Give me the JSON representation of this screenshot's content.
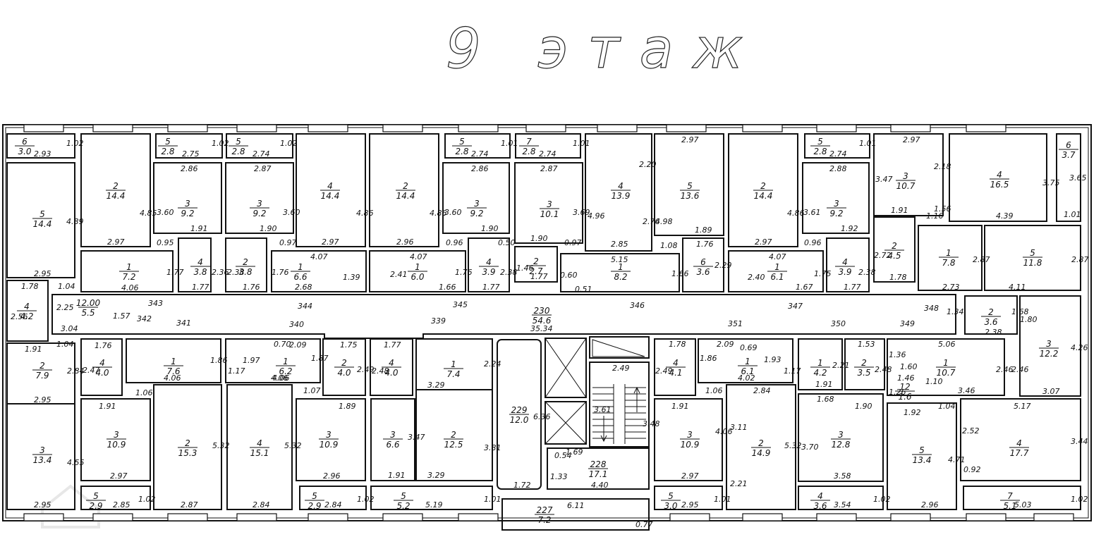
{
  "plan": {
    "title": "9 этаж",
    "watermark": "",
    "corridors": [
      {
        "id": "343",
        "label": "343"
      },
      {
        "id": "344",
        "label": "344"
      },
      {
        "id": "345",
        "label": "345"
      },
      {
        "id": "346",
        "label": "346"
      },
      {
        "id": "347",
        "label": "347"
      },
      {
        "id": "348",
        "label": "348"
      },
      {
        "id": "342",
        "label": "342"
      },
      {
        "id": "341",
        "label": "341"
      },
      {
        "id": "340",
        "label": "340"
      },
      {
        "id": "339",
        "label": "339"
      },
      {
        "id": "351",
        "label": "351"
      },
      {
        "id": "350",
        "label": "350"
      },
      {
        "id": "349",
        "label": "349"
      }
    ],
    "rooms": [
      {
        "n": "6",
        "a": "3.0"
      },
      {
        "n": "5",
        "a": "14.4"
      },
      {
        "n": "4",
        "a": "4.2"
      },
      {
        "n": "2",
        "a": "7.9"
      },
      {
        "n": "3",
        "a": "13.4"
      },
      {
        "n": "2",
        "a": "14.4"
      },
      {
        "n": "5",
        "a": "2.8"
      },
      {
        "n": "3",
        "a": "9.2"
      },
      {
        "n": "1",
        "a": "7.2"
      },
      {
        "n": "4",
        "a": "3.8"
      },
      {
        "n": "5",
        "a": "2.8"
      },
      {
        "n": "3",
        "a": "9.2"
      },
      {
        "n": "2",
        "a": "3.8"
      },
      {
        "n": "4",
        "a": "14.4"
      },
      {
        "n": "1",
        "a": "6.6"
      },
      {
        "n": "2",
        "a": "14.4"
      },
      {
        "n": "5",
        "a": "2.8"
      },
      {
        "n": "3",
        "a": "9.2"
      },
      {
        "n": "1",
        "a": "6.0"
      },
      {
        "n": "4",
        "a": "3.9"
      },
      {
        "n": "7",
        "a": "2.8"
      },
      {
        "n": "3",
        "a": "10.1"
      },
      {
        "n": "2",
        "a": "2.7"
      },
      {
        "n": "4",
        "a": "13.9"
      },
      {
        "n": "1",
        "a": "8.2"
      },
      {
        "n": "5",
        "a": "13.6"
      },
      {
        "n": "6",
        "a": "3.6"
      },
      {
        "n": "2",
        "a": "14.4"
      },
      {
        "n": "1",
        "a": "6.1"
      },
      {
        "n": "5",
        "a": "2.8"
      },
      {
        "n": "3",
        "a": "9.2"
      },
      {
        "n": "4",
        "a": "3.9"
      },
      {
        "n": "3",
        "a": "10.7"
      },
      {
        "n": "2",
        "a": "4.5"
      },
      {
        "n": "1",
        "a": "7.8"
      },
      {
        "n": "4",
        "a": "16.5"
      },
      {
        "n": "6",
        "a": "3.7"
      },
      {
        "n": "5",
        "a": "11.8"
      },
      {
        "n": "12.00",
        "a": "5.5"
      },
      {
        "n": "230",
        "a": "54.6"
      },
      {
        "n": "2",
        "a": "3.6"
      },
      {
        "n": "4",
        "a": "4.0"
      },
      {
        "n": "1",
        "a": "7.6"
      },
      {
        "n": "1",
        "a": "6.2"
      },
      {
        "n": "2",
        "a": "4.0"
      },
      {
        "n": "4",
        "a": "4.0"
      },
      {
        "n": "1",
        "a": "7.4"
      },
      {
        "n": "3",
        "a": "10.9"
      },
      {
        "n": "2",
        "a": "15.3"
      },
      {
        "n": "4",
        "a": "15.1"
      },
      {
        "n": "3",
        "a": "10.9"
      },
      {
        "n": "3",
        "a": "6.6"
      },
      {
        "n": "2",
        "a": "12.5"
      },
      {
        "n": "229",
        "a": "12.0"
      },
      {
        "n": "228",
        "a": "17.1"
      },
      {
        "n": "227",
        "a": "7.2"
      },
      {
        "n": "5",
        "a": "2.9"
      },
      {
        "n": "5",
        "a": "2.9"
      },
      {
        "n": "5",
        "a": "5.2"
      },
      {
        "n": "4",
        "a": "4.1"
      },
      {
        "n": "1",
        "a": "6.1"
      },
      {
        "n": "1",
        "a": "4.2"
      },
      {
        "n": "2",
        "a": "3.5"
      },
      {
        "n": "1",
        "a": "10.7"
      },
      {
        "n": "3",
        "a": "12.2"
      },
      {
        "n": "3",
        "a": "10.9"
      },
      {
        "n": "2",
        "a": "14.9"
      },
      {
        "n": "3",
        "a": "12.8"
      },
      {
        "n": "5",
        "a": "13.4"
      },
      {
        "n": "4",
        "a": "17.7"
      },
      {
        "n": "5",
        "a": "3.0"
      },
      {
        "n": "4",
        "a": "3.6"
      },
      {
        "n": "7",
        "a": "5.1"
      },
      {
        "n": "12",
        "a": "1.6"
      }
    ],
    "dimensions": [
      "1.02",
      "2.93",
      "4.89",
      "2.95",
      "1.78",
      "1.04",
      "2.56",
      "2.25",
      "1.91",
      "1.04",
      "2.84",
      "2.95",
      "4.55",
      "2.95",
      "4.85",
      "2.97",
      "2.75",
      "1.02",
      "2.86",
      "3.60",
      "1.91",
      "0.95",
      "4.06",
      "1.77",
      "2.36",
      "1.77",
      "2.74",
      "1.02",
      "2.87",
      "3.60",
      "1.90",
      "0.97",
      "2.38",
      "1.76",
      "1.76",
      "4.86",
      "2.97",
      "4.07",
      "2.68",
      "1.39",
      "4.86",
      "2.96",
      "2.74",
      "1.01",
      "2.86",
      "3.60",
      "1.90",
      "0.96",
      "0.50",
      "4.07",
      "2.41",
      "1.66",
      "1.76",
      "2.38",
      "1.77",
      "2.74",
      "1.01",
      "2.87",
      "3.69",
      "1.90",
      "0.97",
      "1.46",
      "1.77",
      "0.60",
      "0.51",
      "4.96",
      "2.20",
      "2.76",
      "2.85",
      "5.15",
      "2.97",
      "4.98",
      "1.89",
      "1.08",
      "1.76",
      "1.66",
      "2.29",
      "4.86",
      "2.97",
      "4.07",
      "2.40",
      "1.67",
      "1.75",
      "2.74",
      "1.01",
      "2.88",
      "3.61",
      "1.92",
      "0.96",
      "2.38",
      "1.77",
      "2.97",
      "3.47",
      "2.18",
      "1.56",
      "1.91",
      "1.16",
      "2.72",
      "1.78",
      "2.87",
      "2.73",
      "3.75",
      "3.65",
      "1.01",
      "4.39",
      "2.87",
      "4.11",
      "3.04",
      "1.57",
      "35.34",
      "1.34",
      "2.38",
      "1.68",
      "1.80",
      "4.26",
      "1.76",
      "2.47",
      "1.06",
      "1.91",
      "4.06",
      "1.86",
      "4.06",
      "1.17",
      "1.97",
      "0.70",
      "2.09",
      "1.87",
      "4.06",
      "1.75",
      "2.49",
      "1.07",
      "1.89",
      "1.77",
      "2.48",
      "3.47",
      "1.91",
      "2.24",
      "3.29",
      "3.81",
      "3.29",
      "2.49",
      "6.36",
      "3.61",
      "3.48",
      "0.54",
      "1.69",
      "1.33",
      "1.72",
      "4.40",
      "6.11",
      "0.77",
      "2.97",
      "2.85",
      "1.02",
      "2.87",
      "5.32",
      "2.84",
      "5.32",
      "2.96",
      "2.84",
      "1.02",
      "5.19",
      "1.01",
      "1.78",
      "2.49",
      "1.86",
      "2.09",
      "0.69",
      "1.93",
      "1.17",
      "4.02",
      "1.06",
      "1.91",
      "4.06",
      "2.97",
      "2.95",
      "1.01",
      "2.84",
      "3.11",
      "5.32",
      "2.21",
      "2.21",
      "1.53",
      "2.48",
      "1.91",
      "1.68",
      "1.90",
      "3.70",
      "3.58",
      "3.54",
      "1.02",
      "1.36",
      "1.60",
      "5.06",
      "2.46",
      "1.46",
      "1.10",
      "1.26",
      "3.46",
      "2.46",
      "1.92",
      "1.04",
      "4.71",
      "2.96",
      "5.17",
      "2.52",
      "3.44",
      "0.92",
      "3.07",
      "5.03",
      "1.02"
    ]
  }
}
